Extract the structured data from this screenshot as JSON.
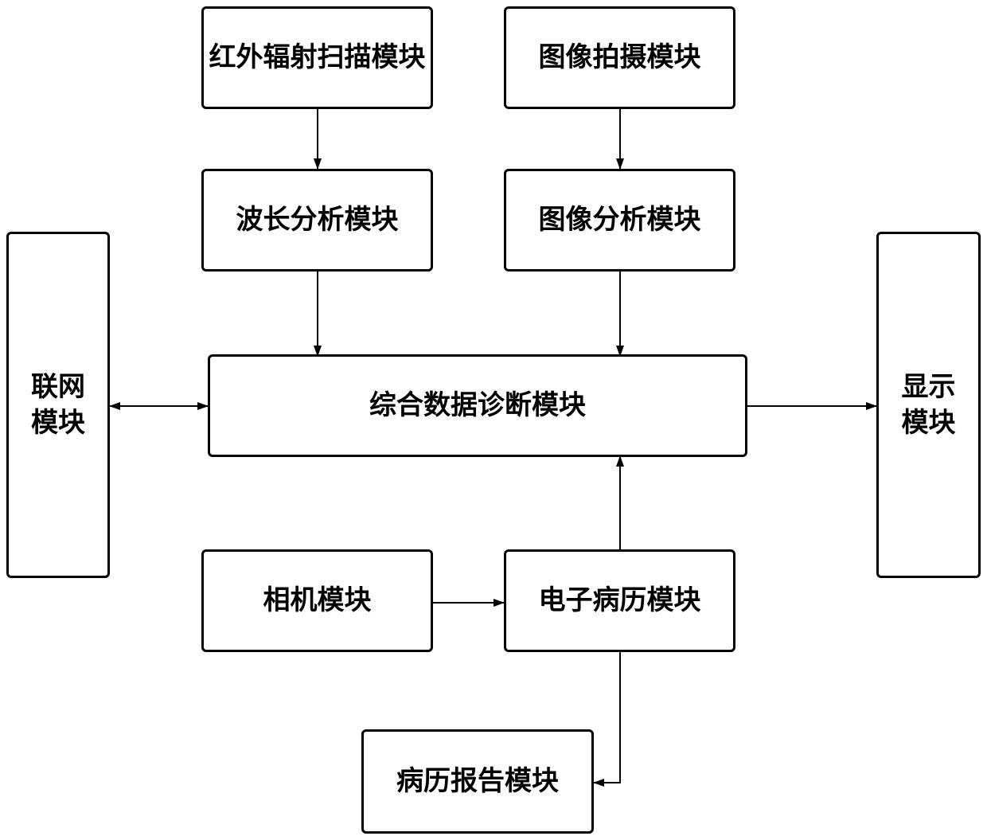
{
  "diagram": {
    "nodes": {
      "infrared_scan": {
        "label": "红外辐射扫描模块"
      },
      "image_capture": {
        "label": "图像拍摄模块"
      },
      "wavelength_analysis": {
        "label": "波长分析模块"
      },
      "image_analysis": {
        "label": "图像分析模块"
      },
      "networking": {
        "label": "联网模块"
      },
      "comprehensive_diagnosis": {
        "label": "综合数据诊断模块"
      },
      "display": {
        "label": "显示模块"
      },
      "camera": {
        "label": "相机模块"
      },
      "electronic_records": {
        "label": "电子病历模块"
      },
      "report": {
        "label": "病历报告模块"
      }
    },
    "edges": [
      {
        "from": "红外辐射扫描模块",
        "to": "波长分析模块"
      },
      {
        "from": "图像拍摄模块",
        "to": "图像分析模块"
      },
      {
        "from": "波长分析模块",
        "to": "综合数据诊断模块"
      },
      {
        "from": "图像分析模块",
        "to": "综合数据诊断模块"
      },
      {
        "from": "联网模块",
        "to": "综合数据诊断模块",
        "bidirectional": true
      },
      {
        "from": "综合数据诊断模块",
        "to": "显示模块"
      },
      {
        "from": "相机模块",
        "to": "电子病历模块"
      },
      {
        "from": "电子病历模块",
        "to": "综合数据诊断模块"
      },
      {
        "from": "电子病历模块",
        "to": "病历报告模块"
      }
    ]
  }
}
